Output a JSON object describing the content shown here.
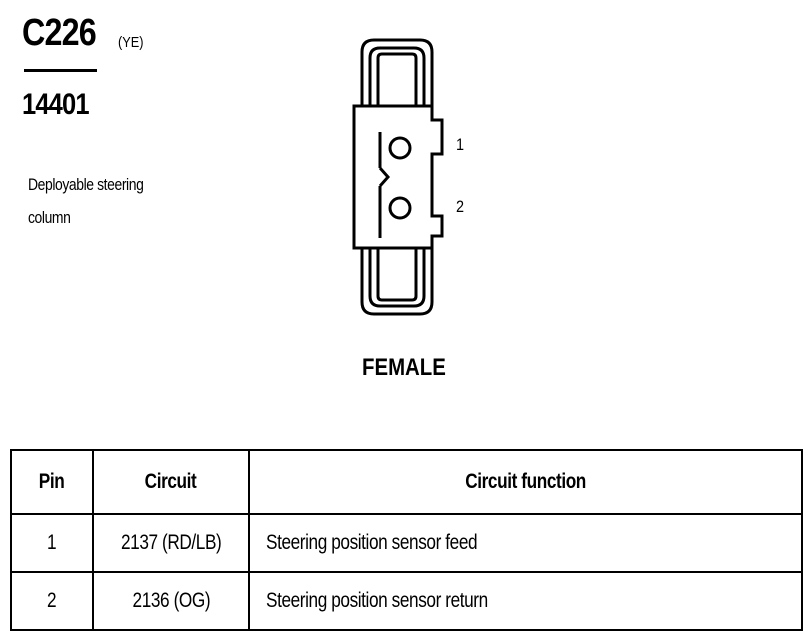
{
  "connector": {
    "id": "C226",
    "color_code": "(YE)",
    "part_number": "14401",
    "description_line1": "Deployable steering",
    "description_line2": "column"
  },
  "diagram": {
    "pin_labels": [
      "1",
      "2"
    ],
    "gender": "FEMALE"
  },
  "table": {
    "headers": [
      "Pin",
      "Circuit",
      "Circuit function"
    ],
    "rows": [
      {
        "pin": "1",
        "circuit": "2137 (RD/LB)",
        "function": "Steering position sensor  feed"
      },
      {
        "pin": "2",
        "circuit": "2136 (OG)",
        "function": "Steering position sensor  return"
      }
    ]
  }
}
